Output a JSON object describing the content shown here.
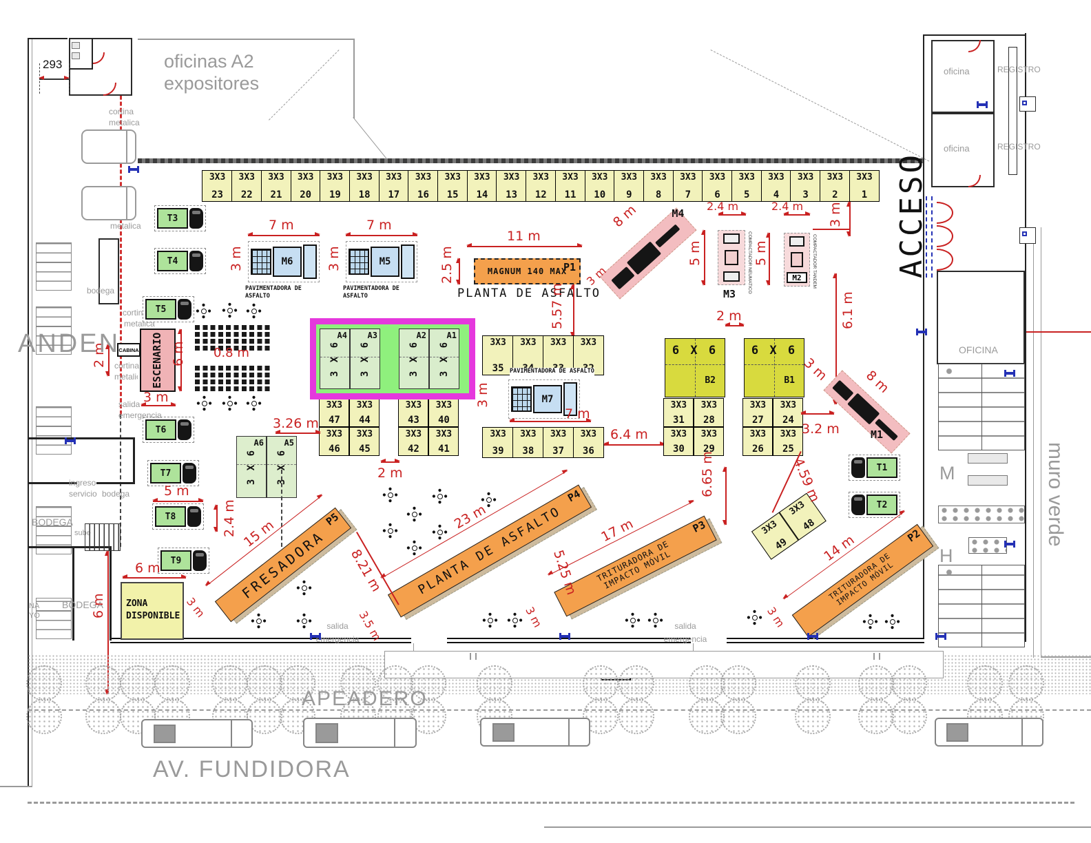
{
  "texts": {
    "d293": "293",
    "oficinas_a2_l1": "oficinas A2",
    "oficinas_a2_l2": "expositores",
    "cortina": "cortina",
    "metalica": "metalica",
    "anden": "ANDEN",
    "acceso": "ACCESO",
    "muro_verde": "muro verde",
    "oficina": "oficina",
    "registro": "REGISTRO",
    "oficina_big": "OFICINA",
    "wc_m": "M",
    "wc_h": "H",
    "bodega": "bodega",
    "bodega_uc": "BODEGA",
    "sube": "sube",
    "ingreso_l1": "ingreso",
    "ingreso_l2": "servicio",
    "salida_l1": "salida",
    "salida_l2": "emergencia",
    "escenario": "ESCENARIO",
    "cabina": "CABINA",
    "zona_l1": "ZONA",
    "zona_l2": "DISPONIBLE",
    "apeadero": "APEADERO",
    "avenida": "AV. FUNDIDORA",
    "frag1": "NA",
    "frag2": "YO"
  },
  "booths": {
    "size": "3X3",
    "size_a": "3 X 6",
    "size_b": "6 X 6",
    "top": [
      "23",
      "22",
      "21",
      "20",
      "19",
      "18",
      "17",
      "16",
      "15",
      "14",
      "13",
      "12",
      "11",
      "10",
      "9",
      "8",
      "7",
      "6",
      "5",
      "4",
      "3",
      "2",
      "1"
    ],
    "row35": [
      "35",
      "34",
      "33",
      "32"
    ],
    "row39": [
      "39",
      "38",
      "37",
      "36"
    ],
    "blk47": [
      "47",
      "44",
      "46",
      "45"
    ],
    "blk43": [
      "43",
      "40",
      "42",
      "41"
    ],
    "blk31": [
      "31",
      "28",
      "30",
      "29"
    ],
    "blk27": [
      "27",
      "24",
      "26",
      "25"
    ],
    "blk49": [
      "49",
      "48"
    ],
    "zoneA": [
      "A4",
      "A3",
      "A2",
      "A1"
    ],
    "zoneA2": [
      "A6",
      "A5"
    ],
    "b2": "B2",
    "b1": "B1"
  },
  "machines": {
    "m1": "M1",
    "m2": "M2",
    "m3": "M3",
    "m4": "M4",
    "m5": "M5",
    "m6": "M6",
    "m7": "M7",
    "paver_l1": "PAVIMENTADORA DE",
    "paver_l2": "ASFALTO",
    "comp_neu": "COMPACTADOR NEUMATICO",
    "comp_tan": "COMPACTADOR TANDEM"
  },
  "plants": {
    "p1": "P1",
    "p1_name": "MAGNUM 140 MAX",
    "p1_caption": "PLANTA DE ASFALTO",
    "p2": "P2",
    "p2_l1": "TRITURADORA DE",
    "p2_l2": "IMPACTO MÓVIL",
    "p3": "P3",
    "p3_l1": "TRITURADORA DE",
    "p3_l2": "IMPACTO MÓVIL",
    "p4": "P4",
    "p4_name": "PLANTA DE ASFALTO",
    "p5": "P5",
    "p5_name": "FRESADORA"
  },
  "trucks": {
    "t1": "T1",
    "t2": "T2",
    "t3": "T3",
    "t4": "T4",
    "t5": "T5",
    "t6": "T6",
    "t7": "T7",
    "t8": "T8",
    "t9": "T9"
  },
  "dims": {
    "d7_m6": "7 m",
    "d3_m6": "3 m",
    "d7_m5": "7 m",
    "d3_m5": "3 m",
    "d11": "11 m",
    "d2_5": "2.5 m",
    "d5_57": "5.57 m",
    "d8_m4": "8 m",
    "d3_m4": "3 m",
    "d2_4_m3": "2.4 m",
    "d5_m3": "5 m",
    "d2_4_m2": "2.4 m",
    "d5_m2": "5 m",
    "d3_booth2": "3 m",
    "d6_1": "6.1 m",
    "d2_b": "2 m",
    "d3_m1": "3 m",
    "d8_m1": "8 m",
    "d3_2": "3.2 m",
    "d4_59": "4.59 m",
    "d6_65": "6.65 m",
    "d6_4": "6.4 m",
    "d7_m7": "7 m",
    "d3_m7": "3 m",
    "d2_esc": "2 m",
    "d6_esc": "6 m",
    "d3_esc": "3 m",
    "d0_8": "0.8 m",
    "d3_26": "3.26 m",
    "d2_gap": "2 m",
    "d5_t8": "5 m",
    "d2_4_t8": "2.4 m",
    "d6_zona": "6 m",
    "d6_left": "6 m",
    "d15": "15 m",
    "d3_p5": "3 m",
    "d8_21": "8.21 m",
    "d23": "23 m",
    "d3_5": "3.5 m",
    "d5_25": "5.25 m",
    "d3_p3": "3 m",
    "d17": "17 m",
    "d14": "14 m",
    "d3_p2": "3 m"
  }
}
